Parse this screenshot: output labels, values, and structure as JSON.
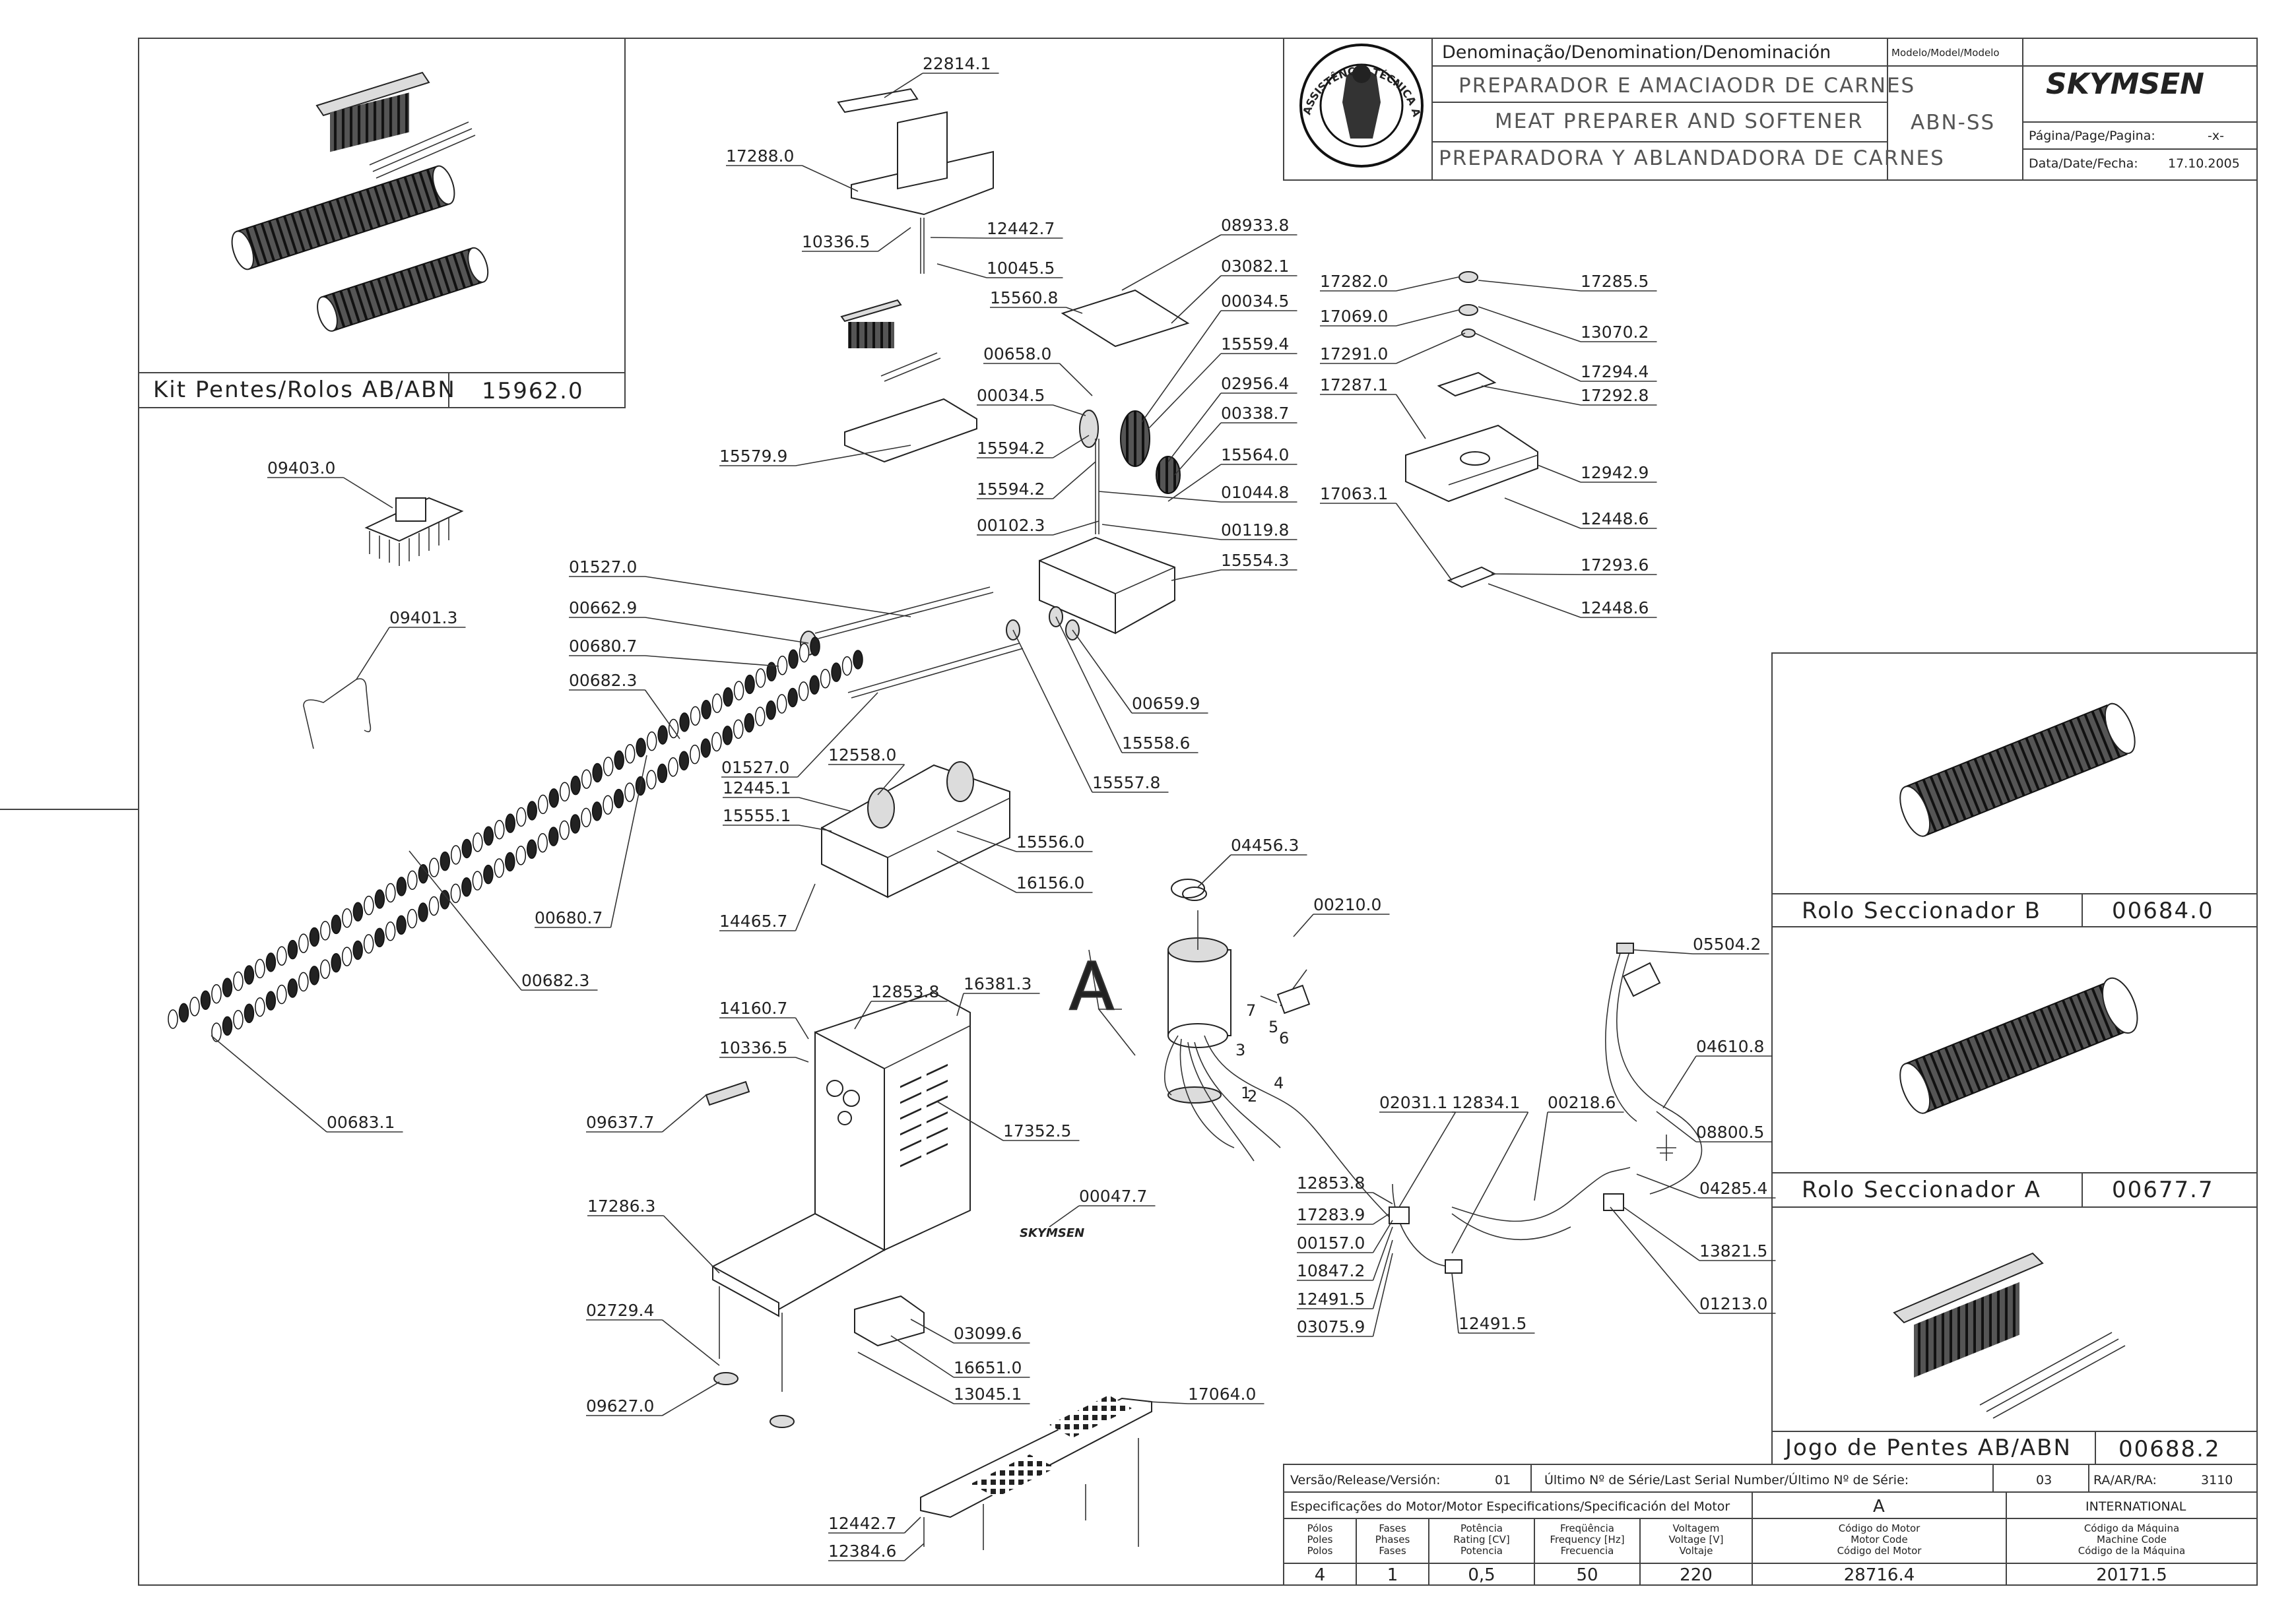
{
  "title_block": {
    "denomination_header": "Denominação/Denomination/Denominación",
    "name_pt": "PREPARADOR E AMACIAODR DE CARNES",
    "name_en": "MEAT PREPARER AND SOFTENER",
    "name_es": "PREPARADORA Y ABLANDADORA DE CARNES",
    "model_header": "Modelo/Model/Modelo",
    "model": "ABN-SS",
    "brand": "SKYMSEN",
    "page_label": "Página/Page/Pagina:",
    "page_value": "-x-",
    "date_label": "Data/Date/Fecha:",
    "date_value": "17.10.2005",
    "seal_text": "ASSISTÊNCIA TÉCNICA AUTORIZADA",
    "seal_text_dark": "ASSISTÊNCIA TÉCNICA AUTORIZADA"
  },
  "panels": {
    "kit": {
      "label": "Kit Pentes/Rolos AB/ABN",
      "code": "15962.0"
    },
    "rolo_b": {
      "label": "Rolo Seccionador B",
      "code": "00684.0"
    },
    "rolo_a": {
      "label": "Rolo Seccionador A",
      "code": "00677.7"
    },
    "pentes": {
      "label": "Jogo de Pentes AB/ABN",
      "code": "00688.2"
    }
  },
  "motor_label": "A",
  "wire_numbers": [
    "7",
    "5",
    "6",
    "3",
    "4",
    "1",
    "2"
  ],
  "skymsen_decal": "SKYMSEN",
  "part_labels": [
    {
      "code": "22814.1"
    },
    {
      "code": "17288.0"
    },
    {
      "code": "10336.5"
    },
    {
      "code": "12442.7"
    },
    {
      "code": "10045.5"
    },
    {
      "code": "08933.8"
    },
    {
      "code": "03082.1"
    },
    {
      "code": "15560.8"
    },
    {
      "code": "00034.5"
    },
    {
      "code": "15559.4"
    },
    {
      "code": "00658.0"
    },
    {
      "code": "02956.4"
    },
    {
      "code": "00034.5"
    },
    {
      "code": "00338.7"
    },
    {
      "code": "15594.2"
    },
    {
      "code": "15564.0"
    },
    {
      "code": "15594.2"
    },
    {
      "code": "01044.8"
    },
    {
      "code": "00102.3"
    },
    {
      "code": "00119.8"
    },
    {
      "code": "15554.3"
    },
    {
      "code": "15579.9"
    },
    {
      "code": "17282.0"
    },
    {
      "code": "17285.5"
    },
    {
      "code": "17069.0"
    },
    {
      "code": "13070.2"
    },
    {
      "code": "17291.0"
    },
    {
      "code": "17294.4"
    },
    {
      "code": "17287.1"
    },
    {
      "code": "17292.8"
    },
    {
      "code": "12942.9"
    },
    {
      "code": "17063.1"
    },
    {
      "code": "12448.6"
    },
    {
      "code": "17293.6"
    },
    {
      "code": "12448.6"
    },
    {
      "code": "09403.0"
    },
    {
      "code": "01527.0"
    },
    {
      "code": "00662.9"
    },
    {
      "code": "09401.3"
    },
    {
      "code": "00680.7"
    },
    {
      "code": "00682.3"
    },
    {
      "code": "00659.9"
    },
    {
      "code": "15558.6"
    },
    {
      "code": "15557.8"
    },
    {
      "code": "01527.0"
    },
    {
      "code": "12558.0"
    },
    {
      "code": "12445.1"
    },
    {
      "code": "15555.1"
    },
    {
      "code": "15556.0"
    },
    {
      "code": "16156.0"
    },
    {
      "code": "14465.7"
    },
    {
      "code": "00680.7"
    },
    {
      "code": "00682.3"
    },
    {
      "code": "00683.1"
    },
    {
      "code": "04456.3"
    },
    {
      "code": "00210.0"
    },
    {
      "code": "05504.2"
    },
    {
      "code": "14160.7"
    },
    {
      "code": "12853.8"
    },
    {
      "code": "16381.3"
    },
    {
      "code": "10336.5"
    },
    {
      "code": "04610.8"
    },
    {
      "code": "09637.7"
    },
    {
      "code": "17352.5"
    },
    {
      "code": "02031.1"
    },
    {
      "code": "12834.1"
    },
    {
      "code": "00218.6"
    },
    {
      "code": "08800.5"
    },
    {
      "code": "04285.4"
    },
    {
      "code": "00047.7"
    },
    {
      "code": "12853.8"
    },
    {
      "code": "17286.3"
    },
    {
      "code": "17283.9"
    },
    {
      "code": "13821.5"
    },
    {
      "code": "00157.0"
    },
    {
      "code": "10847.2"
    },
    {
      "code": "12491.5"
    },
    {
      "code": "01213.0"
    },
    {
      "code": "03075.9"
    },
    {
      "code": "12491.5"
    },
    {
      "code": "02729.4"
    },
    {
      "code": "03099.6"
    },
    {
      "code": "16651.0"
    },
    {
      "code": "13045.1"
    },
    {
      "code": "09627.0"
    },
    {
      "code": "17064.0"
    },
    {
      "code": "12442.7"
    },
    {
      "code": "12384.6"
    }
  ],
  "bottom_block": {
    "version_label": "Versão/Release/Versión:",
    "version_value": "01",
    "serial_label": "Último Nº de Série/Last Serial Number/Último Nº de Série:",
    "serial_value": "03",
    "ra_label": "RA/AR/RA:",
    "ra_value": "3110",
    "motor_spec_label": "Especificações do Motor/Motor Especifications/Specificación del Motor",
    "version_letter": "A",
    "market": "INTERNATIONAL",
    "headers": [
      [
        "Pólos",
        "Poles",
        "Polos"
      ],
      [
        "Fases",
        "Phases",
        "Fases"
      ],
      [
        "Potência",
        "Rating [CV]",
        "Potencia"
      ],
      [
        "Freqüência",
        "Frequency [Hz]",
        "Frecuencia"
      ],
      [
        "Voltagem",
        "Voltage [V]",
        "Voltaje"
      ],
      [
        "Código do Motor",
        "Motor Code",
        "Código del Motor"
      ],
      [
        "Código da Máquina",
        "Machine Code",
        "Código de la Máquina"
      ]
    ],
    "values": [
      "4",
      "1",
      "0,5",
      "50",
      "220",
      "28716.4",
      "20171.5"
    ]
  },
  "colors": {
    "line": "#333333",
    "muted": "#888888",
    "background": "#ffffff"
  }
}
